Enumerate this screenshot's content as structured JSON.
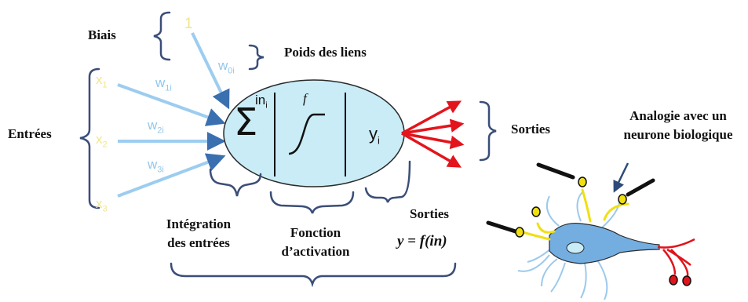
{
  "labels": {
    "biais": "Biais",
    "poids": "Poids des liens",
    "entrees": "Entrées",
    "sorties_right": "Sorties",
    "analogie_line1": "Analogie avec un",
    "analogie_line2": "neurone biologique",
    "integration_line1": "Intégration",
    "integration_line2": "des entrées",
    "fonction_line1": "Fonction",
    "fonction_line2": "d’activation",
    "sorties_bottom": "Sorties",
    "formula": "y = f(in)"
  },
  "symbols": {
    "bias_input": "1",
    "x": "x",
    "x1_sub": "1",
    "x2_sub": "2",
    "x3_sub": "3",
    "w": "w",
    "w0_sub": "0i",
    "w1_sub": "1i",
    "w2_sub": "2i",
    "w3_sub": "3i",
    "sigma": "Σ",
    "in": "in",
    "in_sub": "i",
    "f": "f",
    "y": "y",
    "y_sub": "i"
  },
  "colors": {
    "input_arrow": "#9ccdf0",
    "input_text": "#f2e58a",
    "weight_text": "#93c7ec",
    "bracket": "#3a4e78",
    "node_fill": "#c9ecf6",
    "output_arrow": "#e4141c",
    "neuron_body": "#74aee0",
    "dendrite": "#9cc9ec",
    "synapse_yellow": "#f0e010",
    "axon_red": "#e0141c"
  }
}
